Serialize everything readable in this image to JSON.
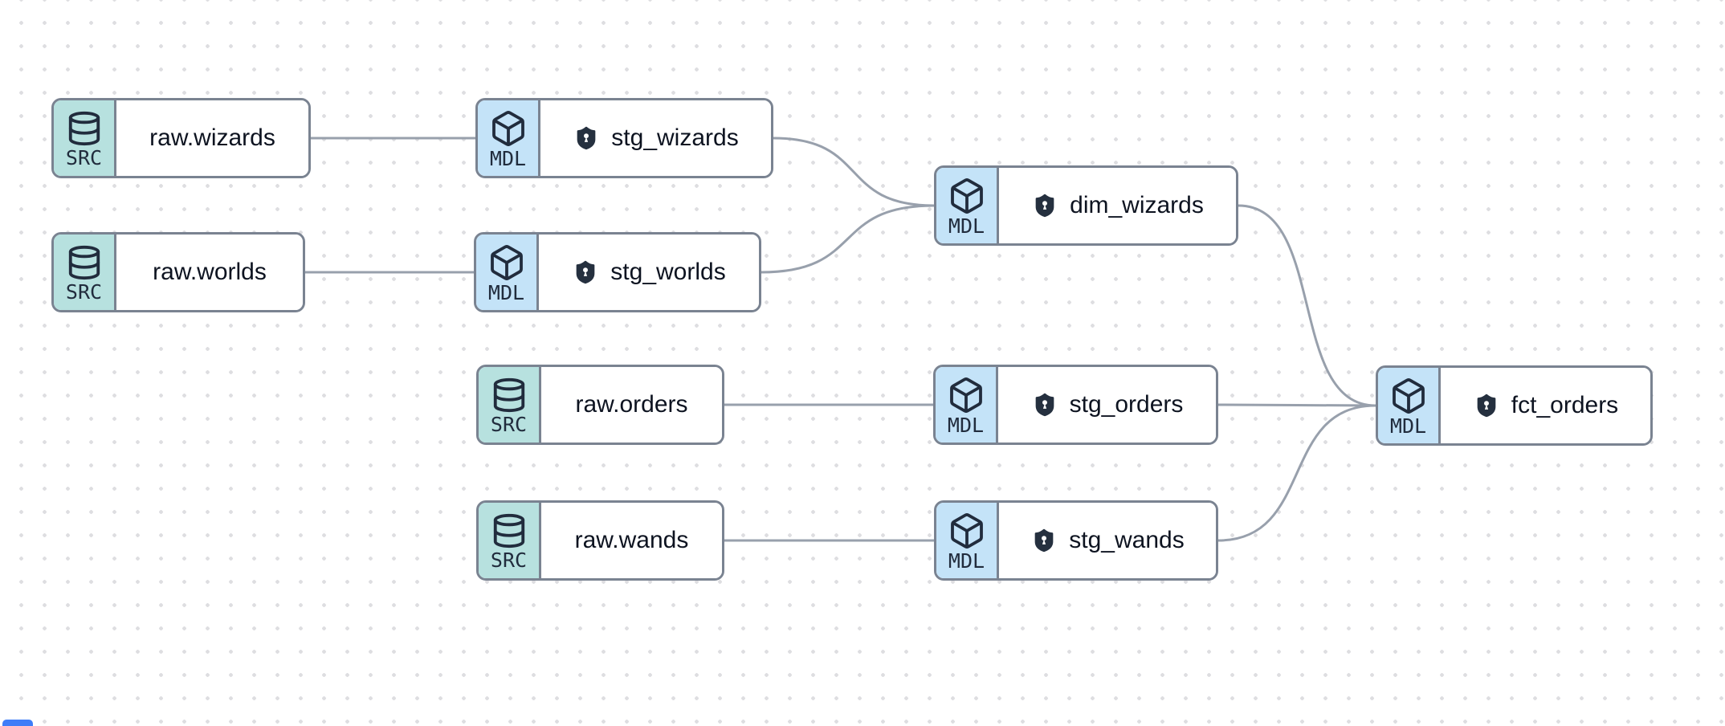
{
  "canvas": {
    "background_color": "#ffffff",
    "dot_color": "#dedee1",
    "edge_color": "#98a0ac",
    "node_border_color": "#7a8391",
    "src_badge_color": "#b7e1df",
    "mdl_badge_color": "#c4e3f8",
    "icon_color": "#212c3d",
    "label_color": "#0d1320"
  },
  "nodes": [
    {
      "id": "raw_wizards",
      "type": "source",
      "badge": "SRC",
      "label": "raw.wizards",
      "has_shield": false
    },
    {
      "id": "stg_wizards",
      "type": "model",
      "badge": "MDL",
      "label": "stg_wizards",
      "has_shield": true
    },
    {
      "id": "raw_worlds",
      "type": "source",
      "badge": "SRC",
      "label": "raw.worlds",
      "has_shield": false
    },
    {
      "id": "stg_worlds",
      "type": "model",
      "badge": "MDL",
      "label": "stg_worlds",
      "has_shield": true
    },
    {
      "id": "dim_wizards",
      "type": "model",
      "badge": "MDL",
      "label": "dim_wizards",
      "has_shield": true
    },
    {
      "id": "raw_orders",
      "type": "source",
      "badge": "SRC",
      "label": "raw.orders",
      "has_shield": false
    },
    {
      "id": "stg_orders",
      "type": "model",
      "badge": "MDL",
      "label": "stg_orders",
      "has_shield": true
    },
    {
      "id": "raw_wands",
      "type": "source",
      "badge": "SRC",
      "label": "raw.wands",
      "has_shield": false
    },
    {
      "id": "stg_wands",
      "type": "model",
      "badge": "MDL",
      "label": "stg_wands",
      "has_shield": true
    },
    {
      "id": "fct_orders",
      "type": "model",
      "badge": "MDL",
      "label": "fct_orders",
      "has_shield": true
    }
  ],
  "edges": [
    {
      "from": "raw.wizards",
      "to": "stg_wizards"
    },
    {
      "from": "raw.worlds",
      "to": "stg_worlds"
    },
    {
      "from": "stg_wizards",
      "to": "dim_wizards"
    },
    {
      "from": "stg_worlds",
      "to": "dim_wizards"
    },
    {
      "from": "raw.orders",
      "to": "stg_orders"
    },
    {
      "from": "raw.wands",
      "to": "stg_wands"
    },
    {
      "from": "dim_wizards",
      "to": "fct_orders"
    },
    {
      "from": "stg_orders",
      "to": "fct_orders"
    },
    {
      "from": "stg_wands",
      "to": "fct_orders"
    }
  ]
}
